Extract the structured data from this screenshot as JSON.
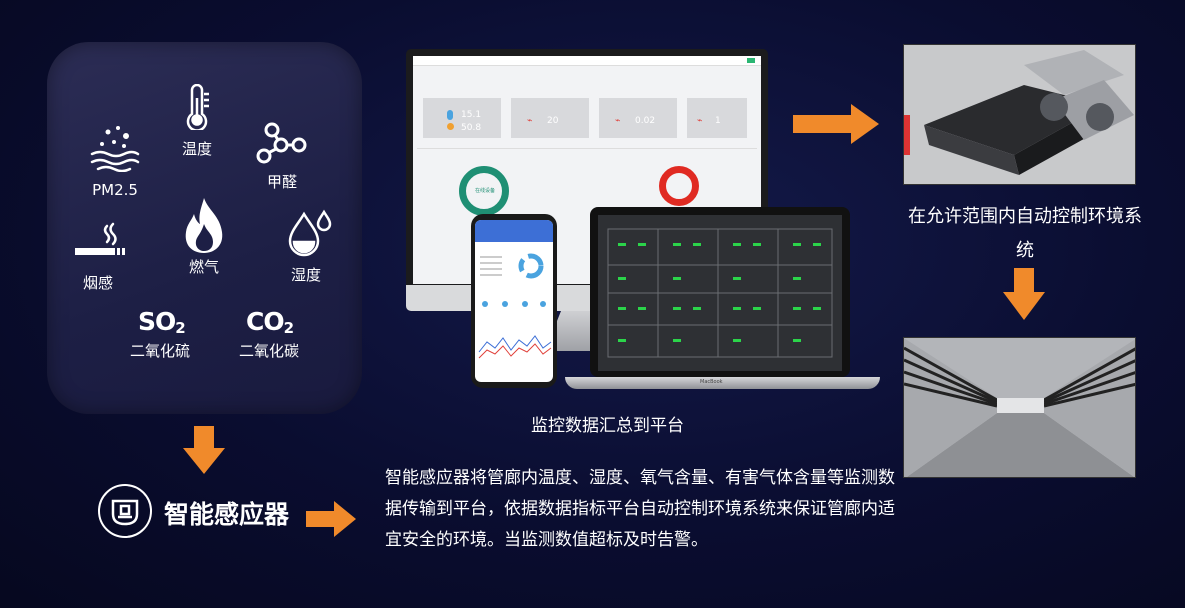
{
  "sensors": {
    "pm25": "PM2.5",
    "temperature": "温度",
    "formaldehyde": "甲醛",
    "smoke": "烟感",
    "gas": "燃气",
    "humidity": "湿度",
    "so2_formula": "SO",
    "so2_sub": "2",
    "so2_name": "二氧化硫",
    "co2_formula": "CO",
    "co2_sub": "2",
    "co2_name": "二氧化碳"
  },
  "brand": {
    "title": "智能感应器"
  },
  "platform": {
    "caption": "监控数据汇总到平台",
    "dashboard": {
      "cards": [
        {
          "value": "15.1"
        },
        {
          "value": "20"
        },
        {
          "value": "0.02"
        },
        {
          "value": "1"
        }
      ],
      "value_extra": "50.8",
      "donut_left": "在线设备",
      "laptop_brand": "MacBook"
    }
  },
  "description": "智能感应器将管廊内温度、湿度、氧气含量、有害气体含量等监测数据传输到平台，依据数据指标平台自动控制环境系统来保证管廊内适宜安全的环境。当监测数值超标及时告警。",
  "control_caption": "在允许范围内自动控制环境系统",
  "colors": {
    "arrow": "#f08a2b",
    "background": "#0a0d30",
    "panel": "#24264d",
    "ring_green": "#1f8f74",
    "ring_red": "#e02a22"
  },
  "icons": [
    "pm25-icon",
    "thermometer-icon",
    "molecule-icon",
    "cigarette-icon",
    "flame-icon",
    "droplet-icon",
    "sensor-device-icon"
  ]
}
